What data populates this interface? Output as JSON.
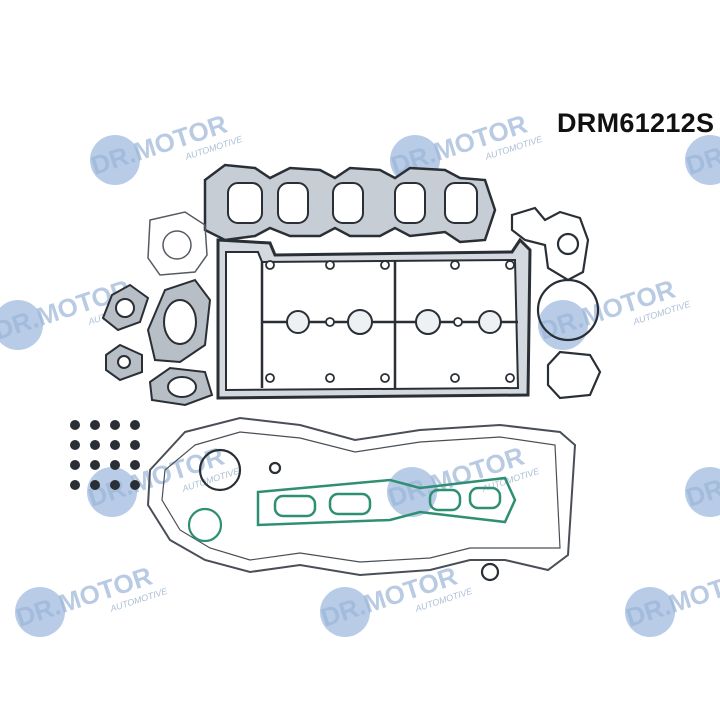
{
  "product": {
    "part_number": "DRM61212S",
    "description": "Engine head gasket set product photo"
  },
  "watermark": {
    "brand": "DR.MOTOR",
    "tagline": "AUTOMOTIVE",
    "brand_color": "#1f5aa8",
    "text_color": "#6f8fb8"
  }
}
